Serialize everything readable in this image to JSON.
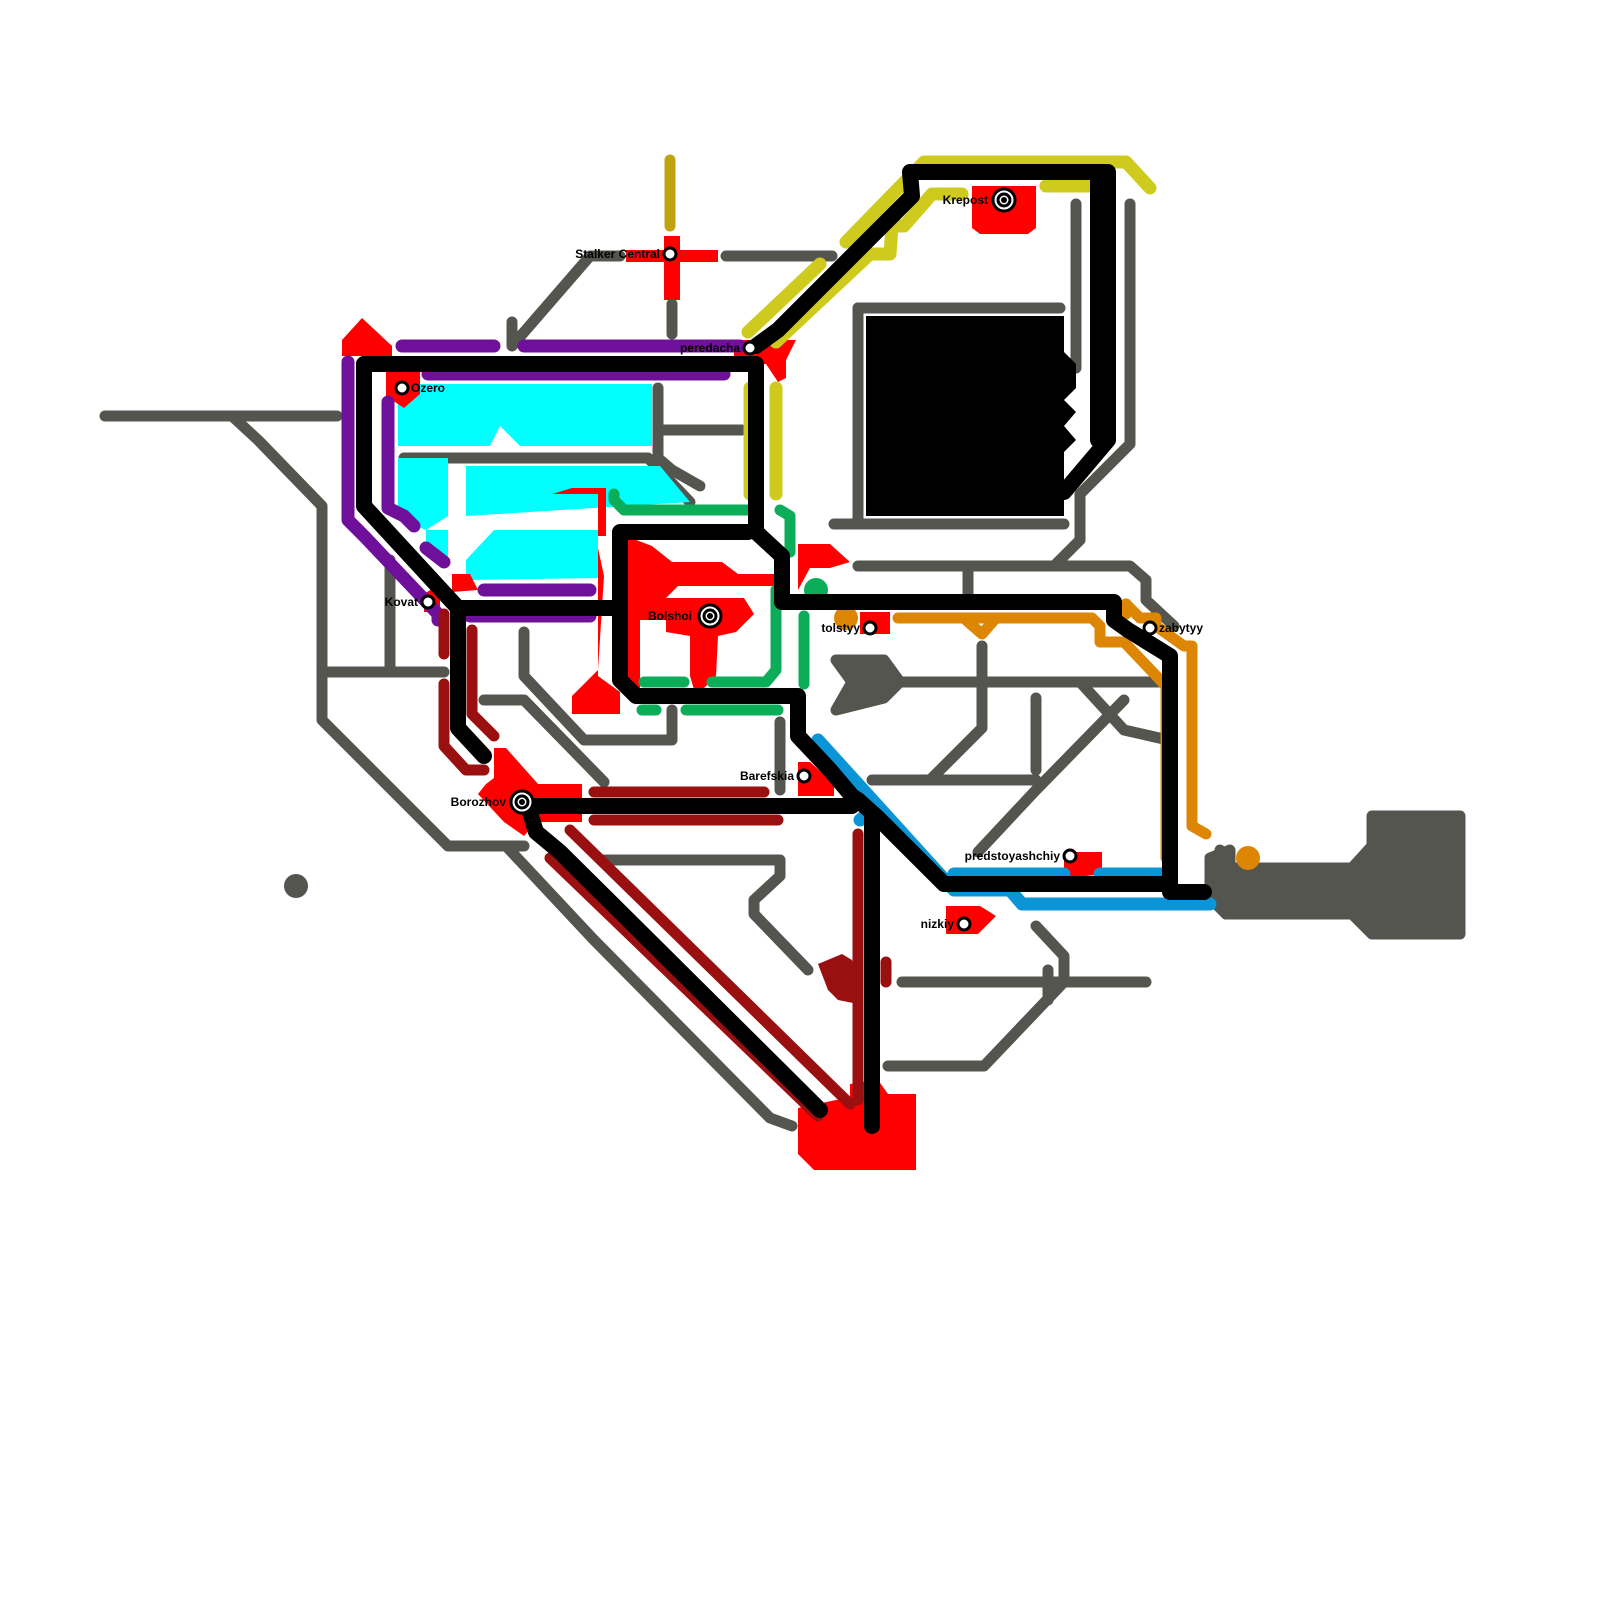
{
  "colors": {
    "background": "#ffffff",
    "road": "#55554f",
    "metro": "#000000",
    "red": "#ff0000",
    "cyan": "#00ffff",
    "purple": "#6f109a",
    "green": "#0bad58",
    "olive_yellow": "#cfcb1e",
    "dark_gold": "#bfa30f",
    "orange": "#dd8604",
    "blue": "#0b94d6",
    "dark_red": "#9a0f0f"
  },
  "stations": [
    {
      "id": "krepost",
      "label": "Krepost",
      "major": true,
      "icon": "target-station-icon"
    },
    {
      "id": "stalker-central",
      "label": "Stalker Central",
      "major": false,
      "icon": "station-icon"
    },
    {
      "id": "peredacha",
      "label": "peredacha",
      "major": false,
      "icon": "station-icon"
    },
    {
      "id": "ozero",
      "label": "Ozero",
      "major": false,
      "icon": "station-icon"
    },
    {
      "id": "kovat",
      "label": "Kovat",
      "major": false,
      "icon": "station-icon"
    },
    {
      "id": "bolshoi",
      "label": "Bolshoi",
      "major": true,
      "icon": "target-station-icon"
    },
    {
      "id": "tolstyy",
      "label": "tolstyy",
      "major": false,
      "icon": "station-icon"
    },
    {
      "id": "zabytyy",
      "label": "zabytyy",
      "major": false,
      "icon": "station-icon"
    },
    {
      "id": "barefskia",
      "label": "Barefskia",
      "major": false,
      "icon": "station-icon"
    },
    {
      "id": "borozhov",
      "label": "Borozhov",
      "major": true,
      "icon": "target-station-icon"
    },
    {
      "id": "predstoyashchiy",
      "label": "predstoyashchiy",
      "major": false,
      "icon": "station-icon"
    },
    {
      "id": "nizkiy",
      "label": "nizkiy",
      "major": false,
      "icon": "station-icon"
    }
  ]
}
